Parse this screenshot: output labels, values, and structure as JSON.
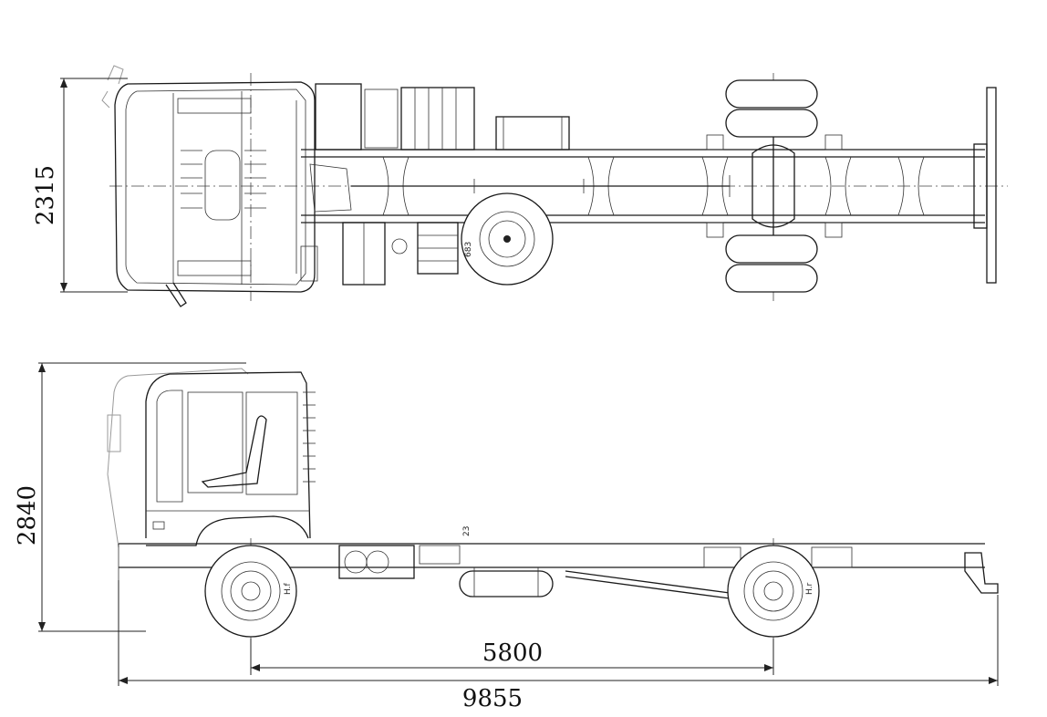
{
  "dimensions": {
    "width_label": "2315",
    "height_label": "2840",
    "wheelbase_label": "5800",
    "overall_length_label": "9855"
  },
  "annotations": {
    "tyre_mark": "683",
    "frame_mark": "23",
    "front_height_mark": "H.f",
    "rear_height_mark": "H.r"
  }
}
